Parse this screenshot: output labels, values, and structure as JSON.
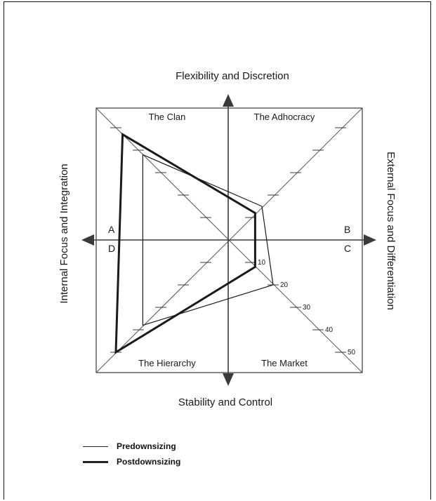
{
  "axes": {
    "top": "Flexibility and Discretion",
    "bottom": "Stability and Control",
    "left": "Internal Focus and Integration",
    "right": "External Focus and Differentiation"
  },
  "quadrants": {
    "clan": "The Clan",
    "adhocracy": "The Adhocracy",
    "hierarchy": "The Hierarchy",
    "market": "The Market"
  },
  "corners": {
    "a": "A",
    "b": "B",
    "c": "C",
    "d": "D"
  },
  "scale": {
    "ticks": [
      "10",
      "20",
      "30",
      "40",
      "50"
    ],
    "max": 60
  },
  "series": [
    {
      "name": "Predownsizing",
      "style": "thin",
      "values": {
        "clan": 38,
        "adhocracy": 15,
        "market": 20,
        "hierarchy": 38
      }
    },
    {
      "name": "Postdownsizing",
      "style": "thick",
      "values": {
        "clan": 47,
        "adhocracy": 12,
        "market": 12,
        "hierarchy": 50
      }
    }
  ],
  "colors": {
    "line": "#1a1a1a",
    "axis": "#3a3a3a"
  }
}
